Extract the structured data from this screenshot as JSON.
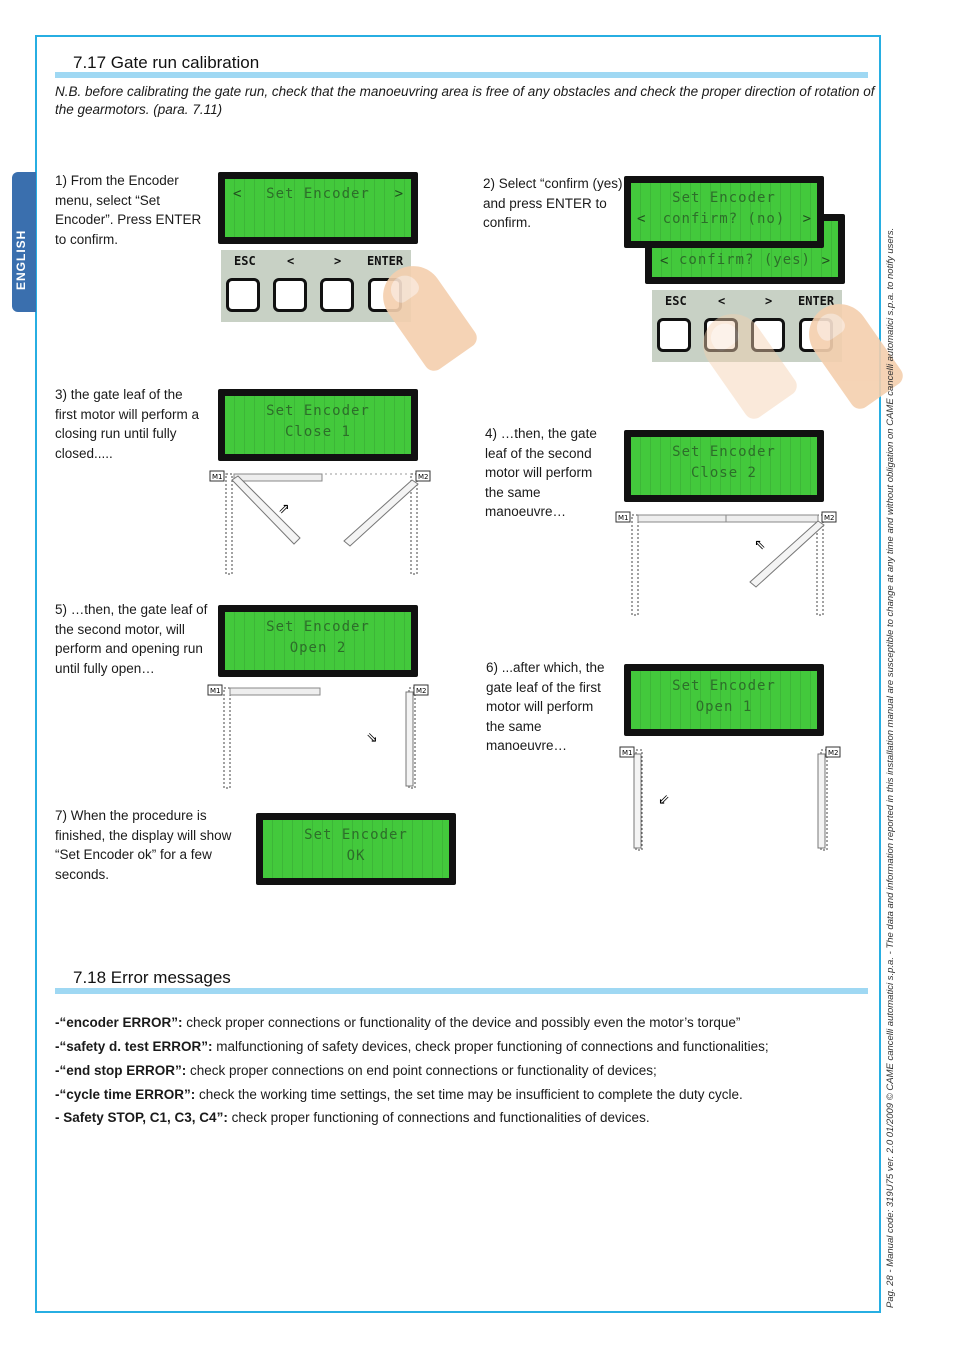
{
  "language_tab": "ENGLISH",
  "section1": {
    "title": "7.17 Gate run calibration",
    "note": "N.B. before calibrating the gate run, check that the manoeuvring area is free of any obstacles and check the proper direction of rotation of the gearmotors. (para. 7.11)"
  },
  "steps": {
    "s1": "1) From the Encoder menu, select “Set Encoder”. Press ENTER to confirm.",
    "s2": "2) Select “confirm (yes) and press ENTER to confirm.",
    "s3": "3) the gate leaf of the first motor will perform a closing run until fully closed.....",
    "s4": "4) …then, the gate leaf of the second motor will perform the same manoeuvre…",
    "s5": "5) …then, the gate leaf of the second motor, will perform and opening run until fully open…",
    "s6": "6) ...after which, the gate leaf of the first motor will perform the same manoeuvre…",
    "s7": "7) When the procedure is finished, the display will show “Set Encoder ok” for a few seconds."
  },
  "lcd": {
    "d1": {
      "left": "<",
      "line1": "Set Encoder",
      "right": ">",
      "line2": ""
    },
    "d2a": {
      "line1": "Set Encoder",
      "left2": "<",
      "line2": "confirm? (no)",
      "right2": ">"
    },
    "d2b": {
      "left2": "<",
      "line2": "confirm? (yes)",
      "right2": ">"
    },
    "d3": {
      "line1": "Set Encoder",
      "line2": "Close 1"
    },
    "d4": {
      "line1": "Set Encoder",
      "line2": "Close 2"
    },
    "d5": {
      "line1": "Set Encoder",
      "line2": "Open 2"
    },
    "d6": {
      "line1": "Set Encoder",
      "line2": "Open 1"
    },
    "d7": {
      "line1": "Set Encoder",
      "line2": "OK"
    }
  },
  "keypad": {
    "esc": "ESC",
    "left": "<",
    "right": ">",
    "enter": "ENTER"
  },
  "motors": {
    "m1": "M1",
    "m2": "M2"
  },
  "section2": {
    "title": "7.18 Error messages",
    "errors": [
      {
        "label": "-“encoder ERROR”:",
        "text": " check proper connections or functionality of the device and possibly even the motor’s torque”"
      },
      {
        "label": "-“safety d. test ERROR”:",
        "text": " malfunctioning of safety devices, check proper functioning of connections and functionalities;"
      },
      {
        "label": "-“end stop ERROR”:",
        "text": " check proper connections on end point connections or  functionality of devices;"
      },
      {
        "label": "-“cycle time ERROR”:",
        "text": " check the working time settings, the set time may be insufficient to complete the duty cycle."
      },
      {
        "label": "- Safety STOP, C1, C3, C4”:",
        "text": " check proper functioning of connections and functionalities of devices."
      }
    ]
  },
  "footer": {
    "side_text": "Pag. 28 - Manual code: 319U75 ver. 2.0 01/2009 © CAME cancelli automatici s.p.a. - The data and information reported in this installation manual are susceptible to change at any time and without obligation on CAME cancelli automatici s.p.a. to notify users."
  }
}
